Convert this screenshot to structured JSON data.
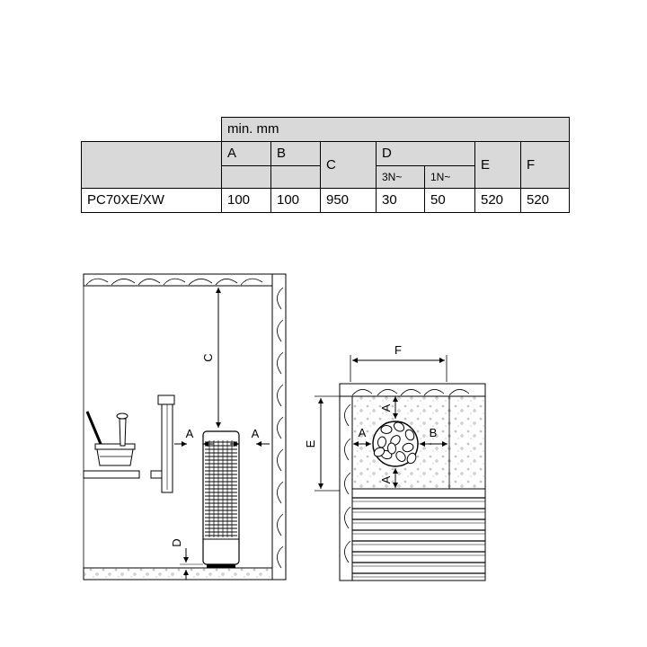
{
  "table": {
    "group_header": "min. mm",
    "columns": [
      "A",
      "B",
      "C",
      "D",
      "E",
      "F"
    ],
    "d_sub": [
      "3N~",
      "1N~"
    ],
    "row": {
      "model": "PC70XE/XW",
      "values": [
        "100",
        "100",
        "950",
        "30",
        "50",
        "520",
        "520"
      ]
    }
  },
  "diagram": {
    "side_labels": {
      "c": "C",
      "a_left": "A",
      "a_right": "A",
      "d": "D"
    },
    "top_labels": {
      "f": "F",
      "e": "E",
      "a_top": "A",
      "a_left": "A",
      "b": "B",
      "a_bottom": "A"
    }
  }
}
